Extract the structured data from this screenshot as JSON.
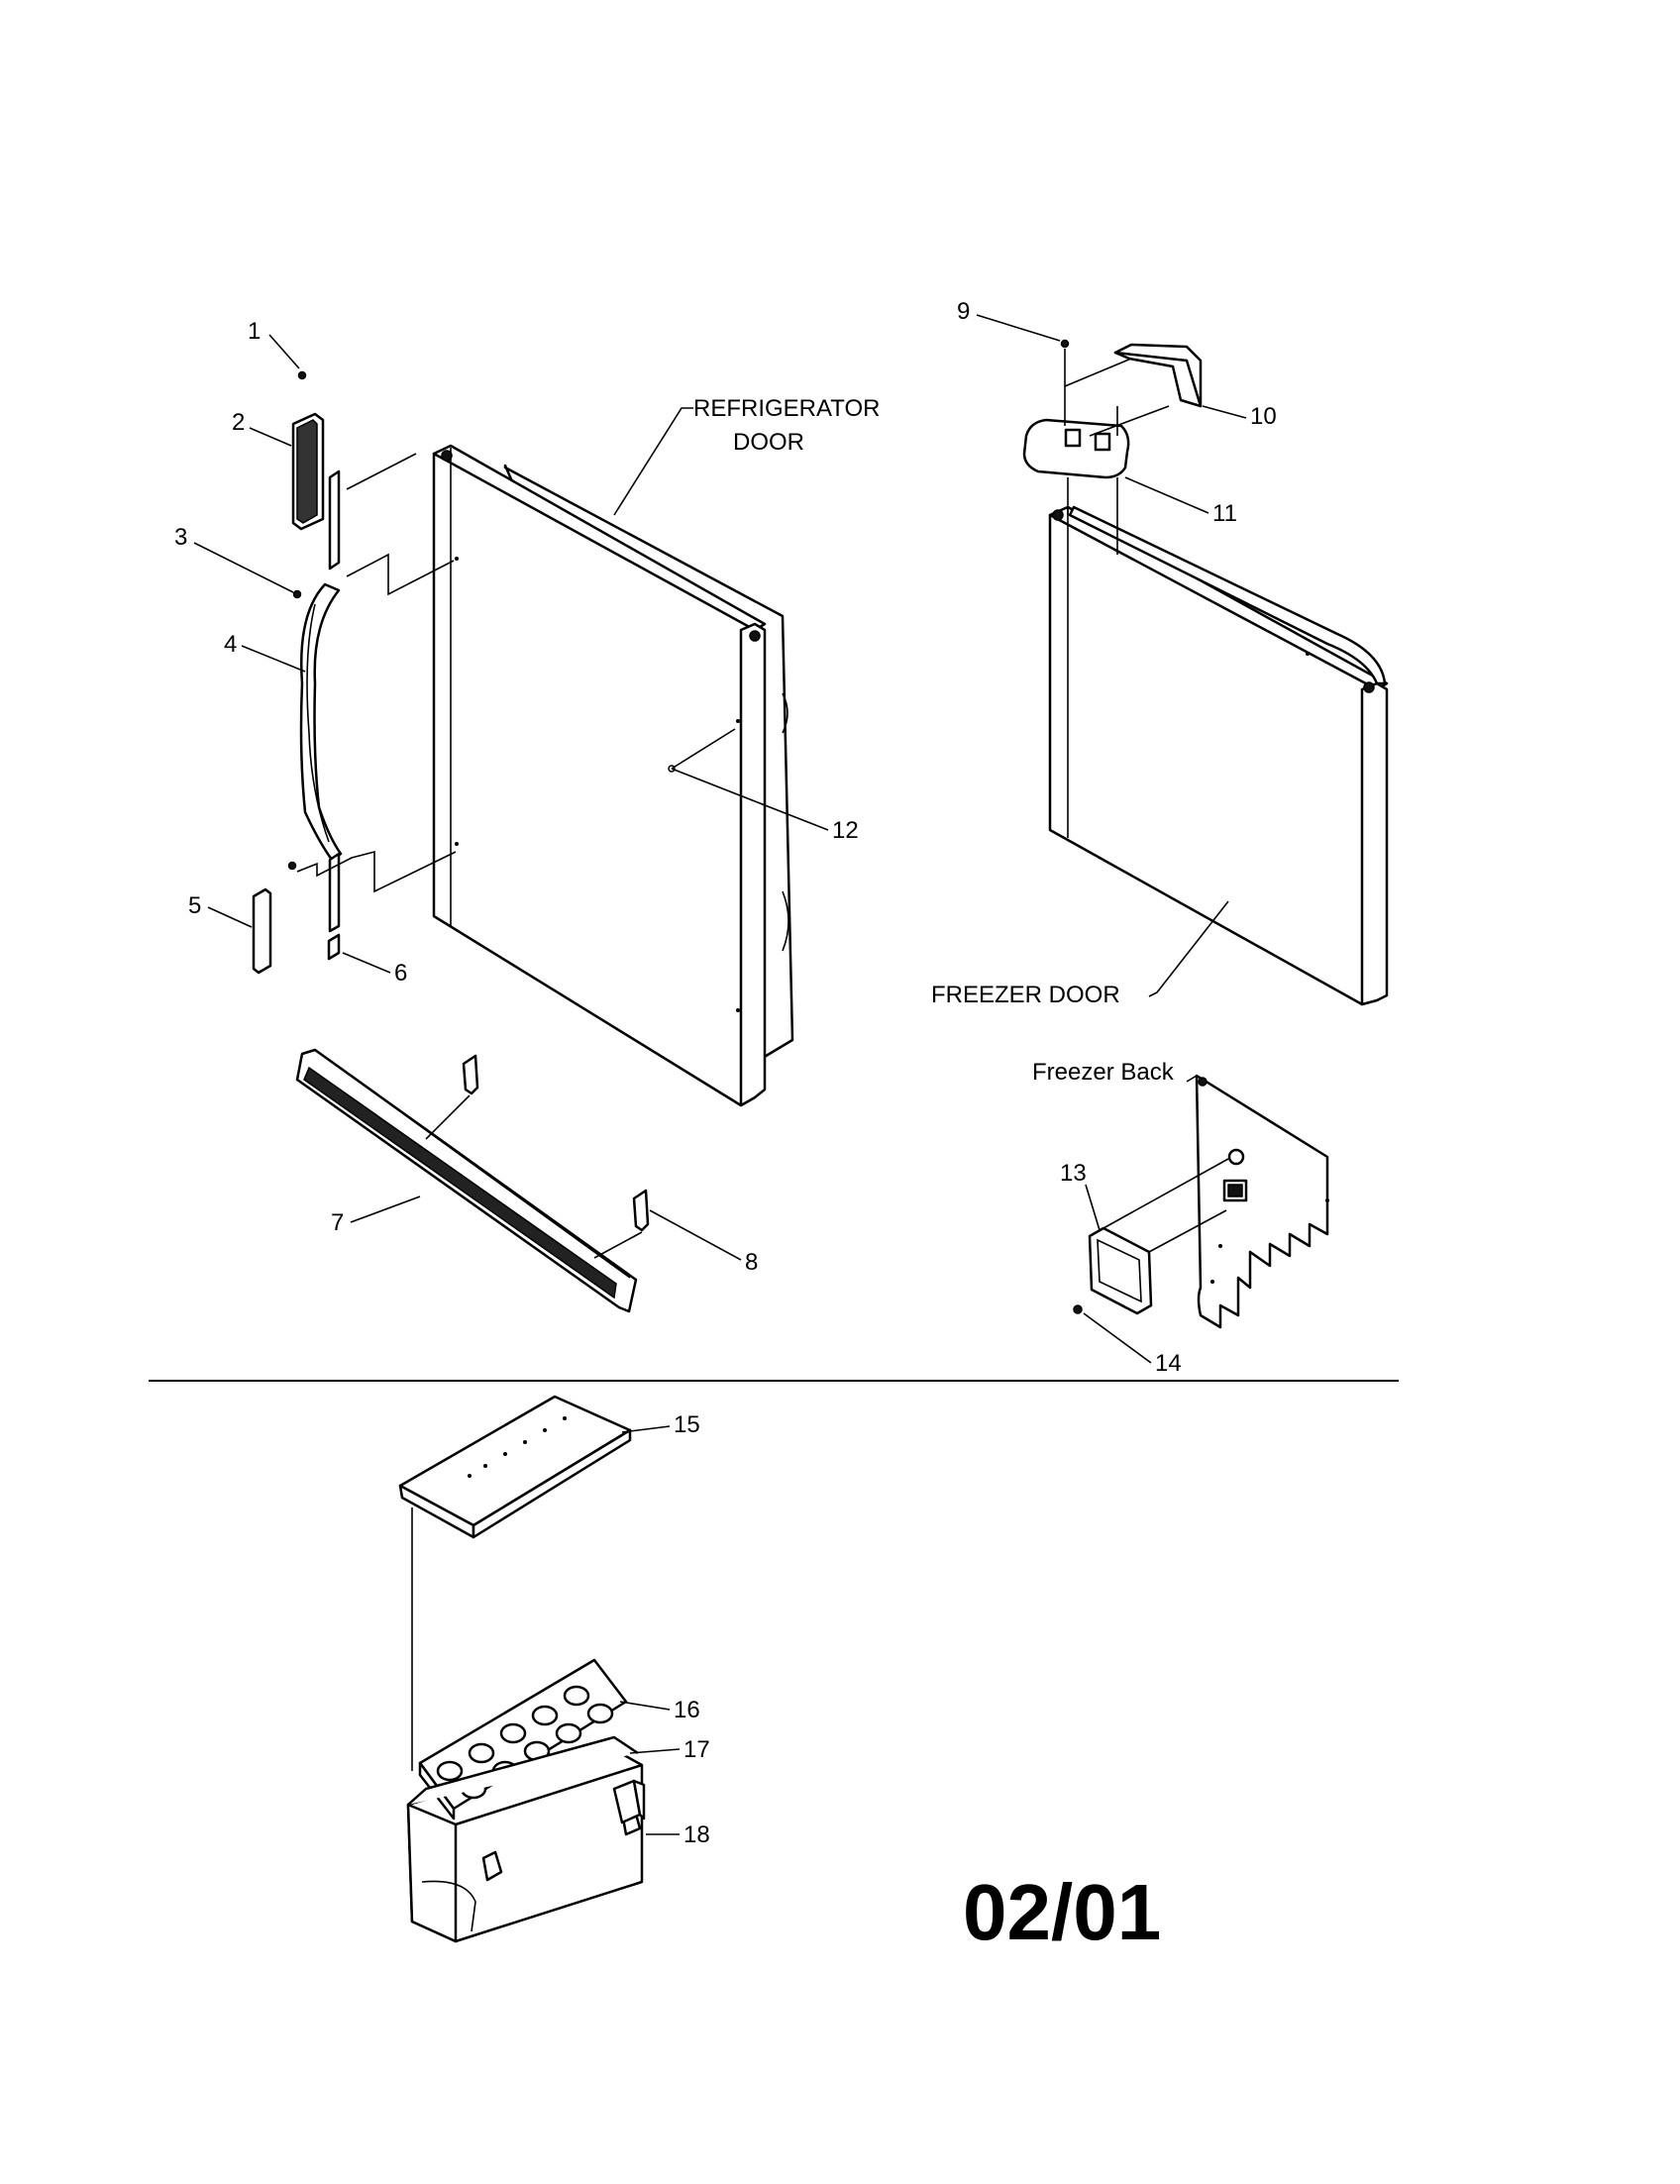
{
  "diagram": {
    "labels": {
      "refrigerator_door": [
        "REFRIGERATOR",
        "DOOR"
      ],
      "freezer_door": "FREEZER DOOR",
      "freezer_back": "Freezer Back"
    },
    "part_numbers": [
      "1",
      "2",
      "3",
      "4",
      "5",
      "6",
      "7",
      "8",
      "9",
      "10",
      "11",
      "12",
      "13",
      "14",
      "15",
      "16",
      "17",
      "18"
    ],
    "code": "02/01"
  }
}
